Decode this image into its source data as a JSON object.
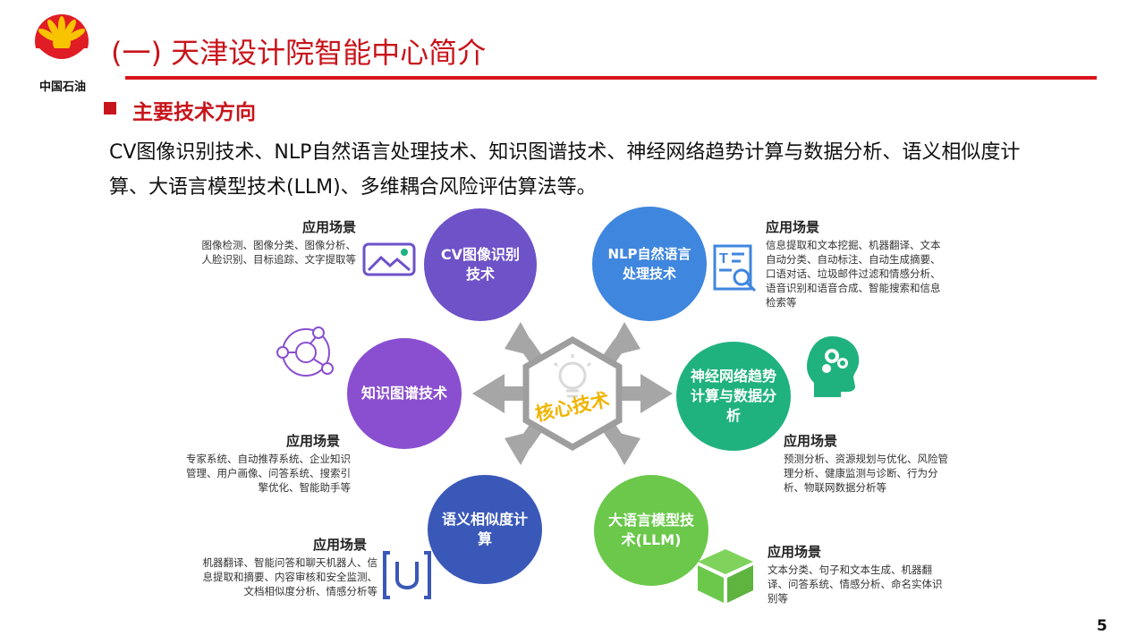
{
  "header": {
    "company": "中国石油",
    "title": "(一) 天津设计院智能中心简介"
  },
  "section": {
    "heading": "主要技术方向",
    "intro": "CV图像识别技术、NLP自然语言处理技术、知识图谱技术、神经网络趋势计算与数据分析、语义相似度计算、大语言模型技术(LLM)、多维耦合风险评估算法等。"
  },
  "center": {
    "label": "核心技术"
  },
  "techs": {
    "cv": {
      "label": "CV图像识别技术",
      "scene_title": "应用场景",
      "scene": "图像检测、图像分类、图像分析、人脸识别、目标追踪、文字提取等"
    },
    "nlp": {
      "label": "NLP自然语言处理技术",
      "scene_title": "应用场景",
      "scene": "信息提取和文本挖掘、机器翻译、文本自动分类、自动标注、自动生成摘要、口语对话、垃圾邮件过滤和情感分析、语音识别和语音合成、智能搜索和信息检索等"
    },
    "kg": {
      "label": "知识图谱技术",
      "scene_title": "应用场景",
      "scene": "专家系统、自动推荐系统、企业知识管理、用户画像、问答系统、搜索引擎优化、智能助手等"
    },
    "nn": {
      "label": "神经网络趋势计算与数据分析",
      "scene_title": "应用场景",
      "scene": "预测分析、资源规划与优化、风险管理分析、健康监测与诊断、行为分析、物联网数据分析等"
    },
    "sem": {
      "label": "语义相似度计算",
      "scene_title": "应用场景",
      "scene": "机器翻译、智能问答和聊天机器人、信息提取和摘要、内容审核和安全监测、文档相似度分析、情感分析等"
    },
    "llm": {
      "label": "大语言模型技术(LLM)",
      "scene_title": "应用场景",
      "scene": "文本分类、句子和文本生成、机器翻译、问答系统、情感分析、命名实体识别等"
    }
  },
  "footer": {
    "page_number": "5"
  },
  "colors": {
    "brand_red": "#c8141b",
    "cv": "#6e52c8",
    "nlp": "#3f86df",
    "kg": "#8a4fd0",
    "nn": "#1fb27f",
    "sem": "#3a58b8",
    "llm": "#6bc84b",
    "arrow": "#a6a6a6",
    "center_text": "#f0b400"
  }
}
